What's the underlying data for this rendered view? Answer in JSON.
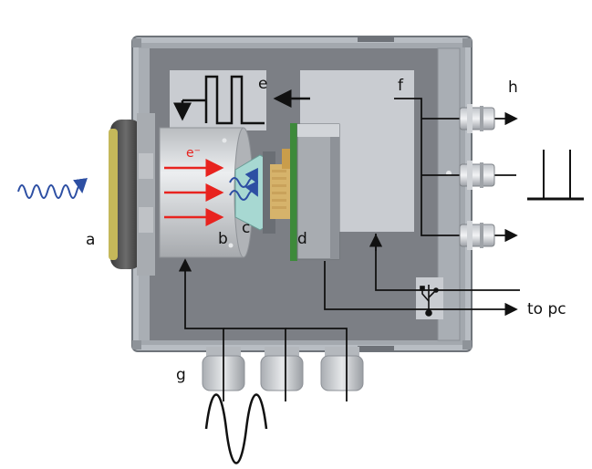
{
  "labels": {
    "a": "a",
    "b": "b",
    "c": "c",
    "d": "d",
    "e": "e",
    "f": "f",
    "g": "g",
    "h": "h",
    "electron": "e⁻",
    "to_pc": "to pc"
  },
  "colors": {
    "box_frame": "#9ea4ab",
    "box_inner": "#7c7f85",
    "panel": "#c9ccd1",
    "cylinder": "#d8dadd",
    "red_arrows": "#e8231f",
    "blue_wave": "#2d4fa3",
    "pcb_green": "#3d8a3a",
    "wire": "#111111"
  },
  "icons": {
    "usb": "usb-icon",
    "bnc": "bnc-connector-icon",
    "gland": "cable-gland-icon"
  }
}
